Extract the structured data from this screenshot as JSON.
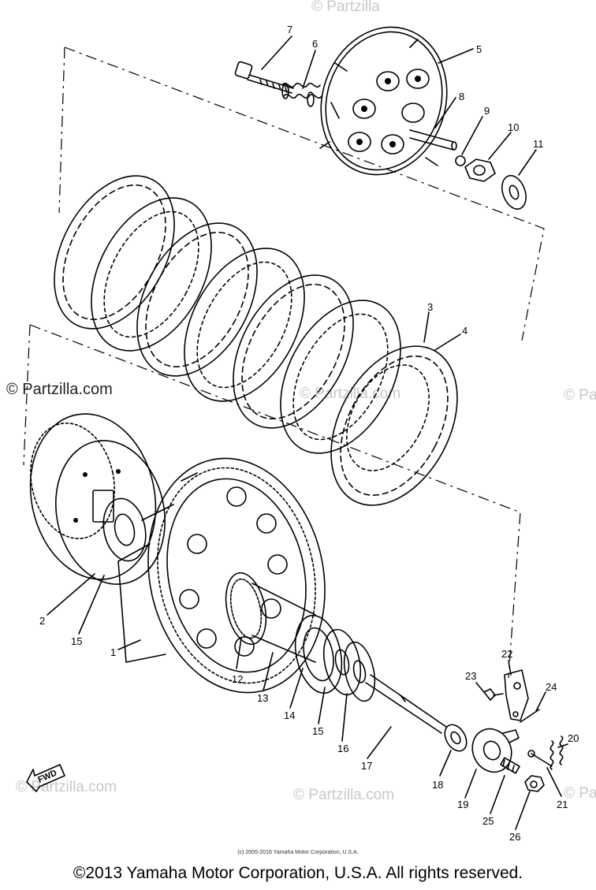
{
  "callouts": {
    "n1": "1",
    "n2": "2",
    "n3": "3",
    "n4": "4",
    "n5": "5",
    "n6": "6",
    "n7": "7",
    "n8": "8",
    "n9": "9",
    "n10": "10",
    "n11": "11",
    "n12": "12",
    "n13": "13",
    "n14": "14",
    "n15a": "15",
    "n15b": "15",
    "n16": "16",
    "n17": "17",
    "n18": "18",
    "n19": "19",
    "n20": "20",
    "n21": "21",
    "n22": "22",
    "n23": "23",
    "n24": "24",
    "n25": "25",
    "n26": "26"
  },
  "fwd_label": "FWD",
  "watermarks": {
    "main": "© Partzilla.com",
    "faint": "© Partzilla.com",
    "top_faint": "© Partzilla"
  },
  "footer": {
    "small": "(c) 2005-2016 Yamaha Motor Corporation, U.S.A.",
    "big": "©2013 Yamaha Motor Corporation, U.S.A. All rights reserved."
  }
}
